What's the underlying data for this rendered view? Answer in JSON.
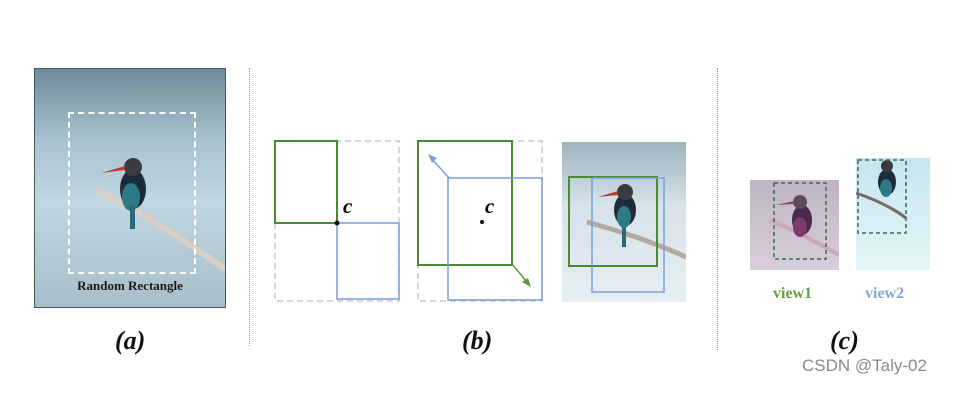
{
  "panel_a": {
    "caption": "(a)",
    "box_label": "Random Rectangle"
  },
  "panel_b": {
    "caption": "(b)",
    "center_label_left": "c",
    "center_label_right": "c"
  },
  "panel_c": {
    "caption": "(c)",
    "view1_label": "view1",
    "view2_label": "view2"
  },
  "watermark": "CSDN @Taly-02",
  "colors": {
    "green": "#4a8a32",
    "blue": "#7aa0d8",
    "dashed_gray": "#c8c8c8",
    "view1": "#6a9e3c",
    "view2": "#7fa6d6"
  }
}
